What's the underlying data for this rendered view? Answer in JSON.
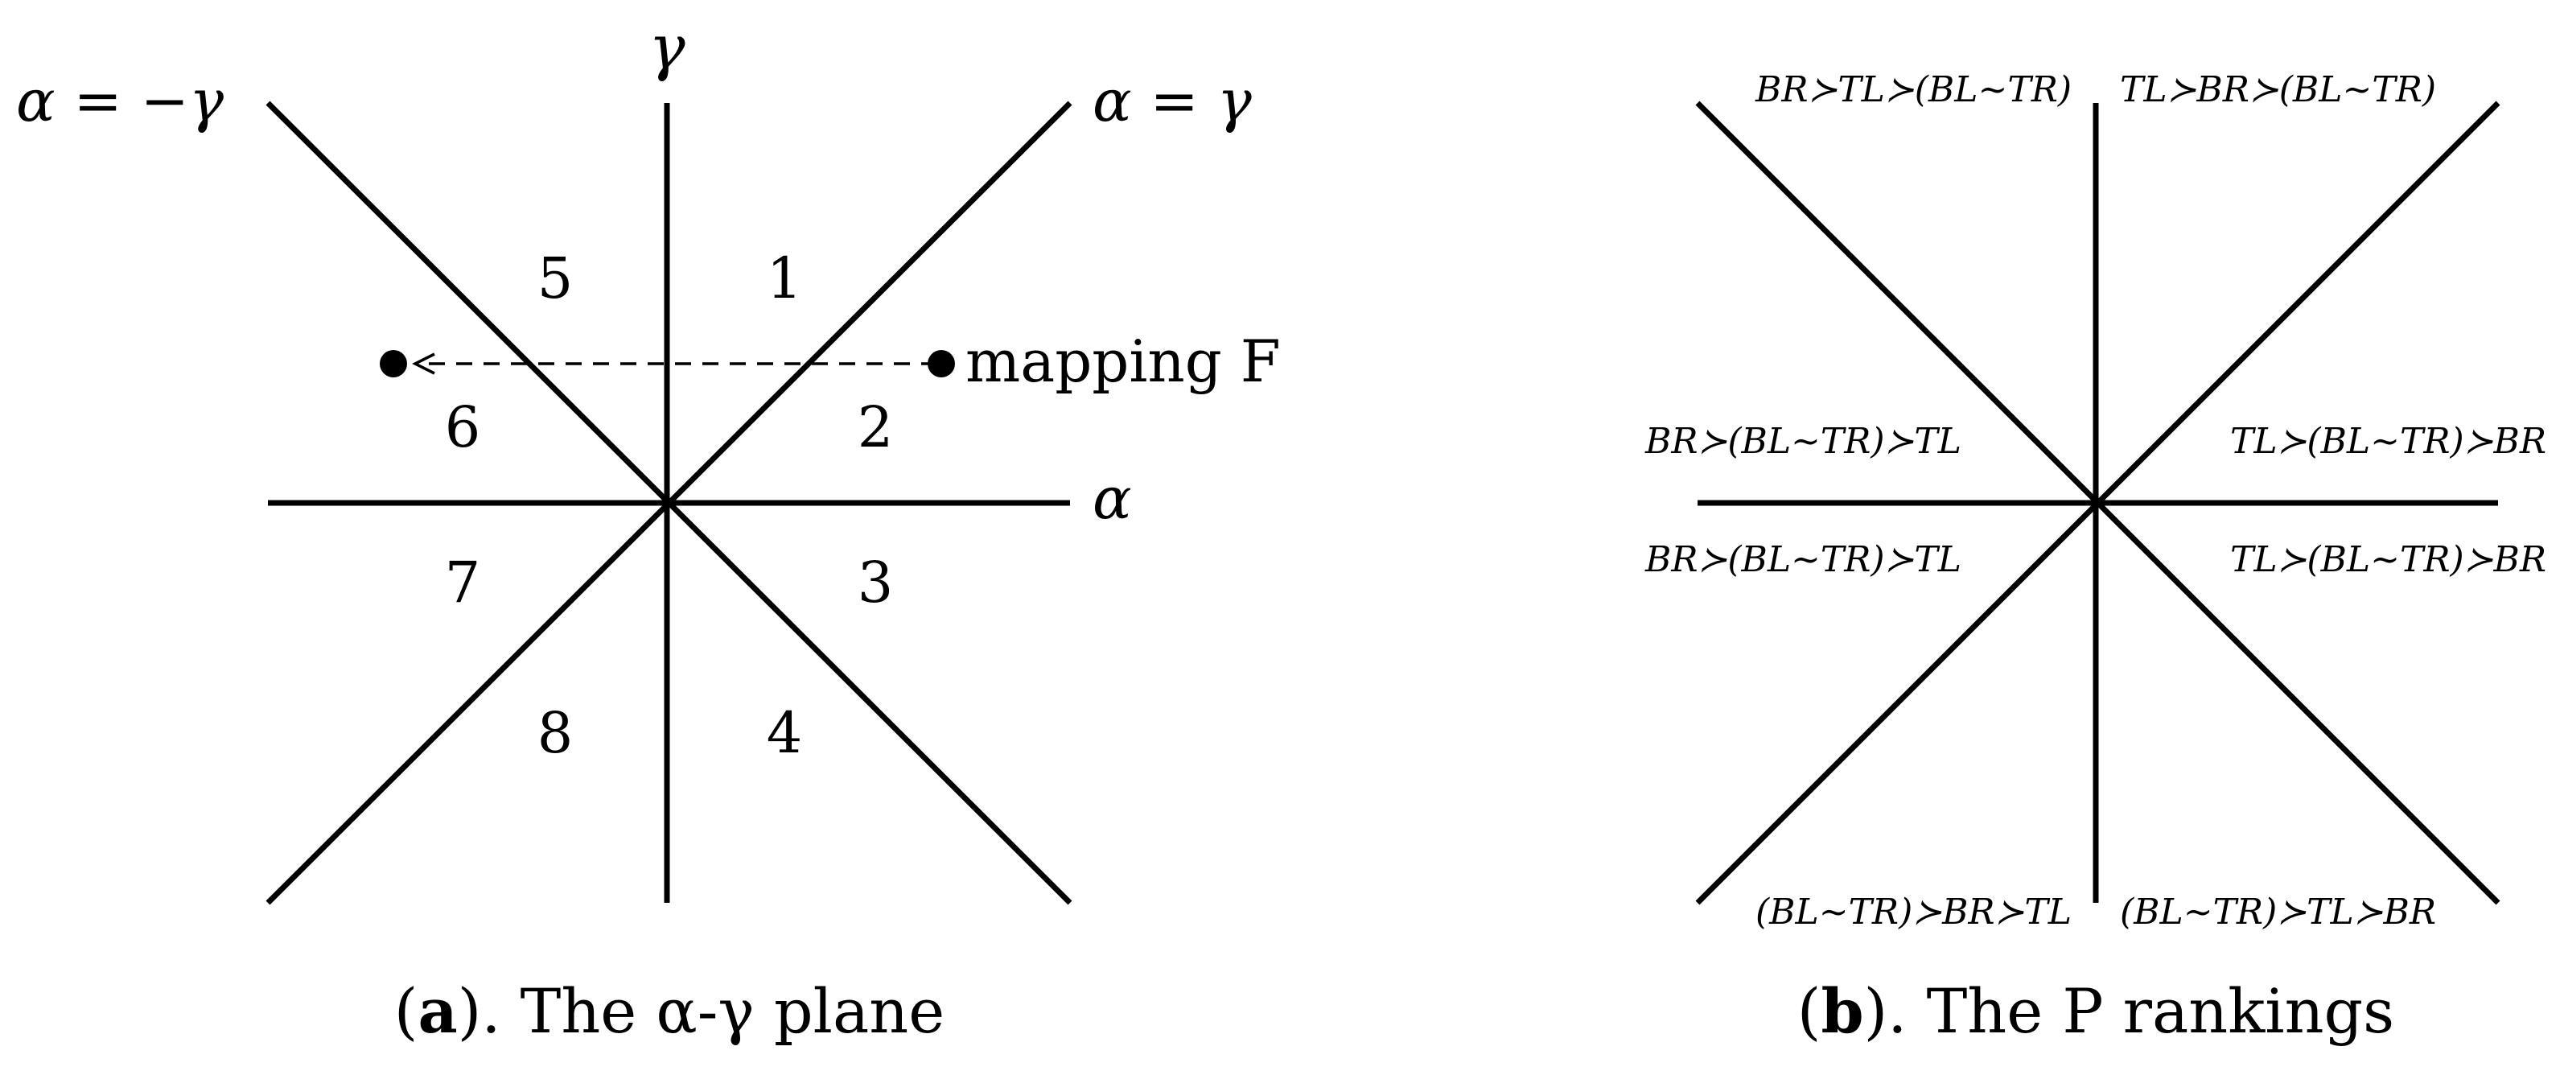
{
  "panel_a": {
    "axis_gamma": "γ",
    "axis_alpha": "α",
    "diag_neg": "α = −γ",
    "diag_pos": "α = γ",
    "regions": [
      "1",
      "2",
      "3",
      "4",
      "5",
      "6",
      "7",
      "8"
    ],
    "mapping_label": "mapping F",
    "caption_letter": "a",
    "caption_text": ". The α-γ plane"
  },
  "panel_b": {
    "rankings": {
      "top_left": "BR≻TL≻(BL∼TR)",
      "top_right": "TL≻BR≻(BL∼TR)",
      "upper_left": "BR≻(BL∼TR)≻TL",
      "upper_right": "TL≻(BL∼TR)≻BR",
      "lower_left": "BR≻(BL∼TR)≻TL",
      "lower_right": "TL≻(BL∼TR)≻BR",
      "bottom_left": "(BL∼TR)≻BR≻TL",
      "bottom_right": "(BL∼TR)≻TL≻BR"
    },
    "caption_letter": "b",
    "caption_text": ". The P rankings"
  }
}
